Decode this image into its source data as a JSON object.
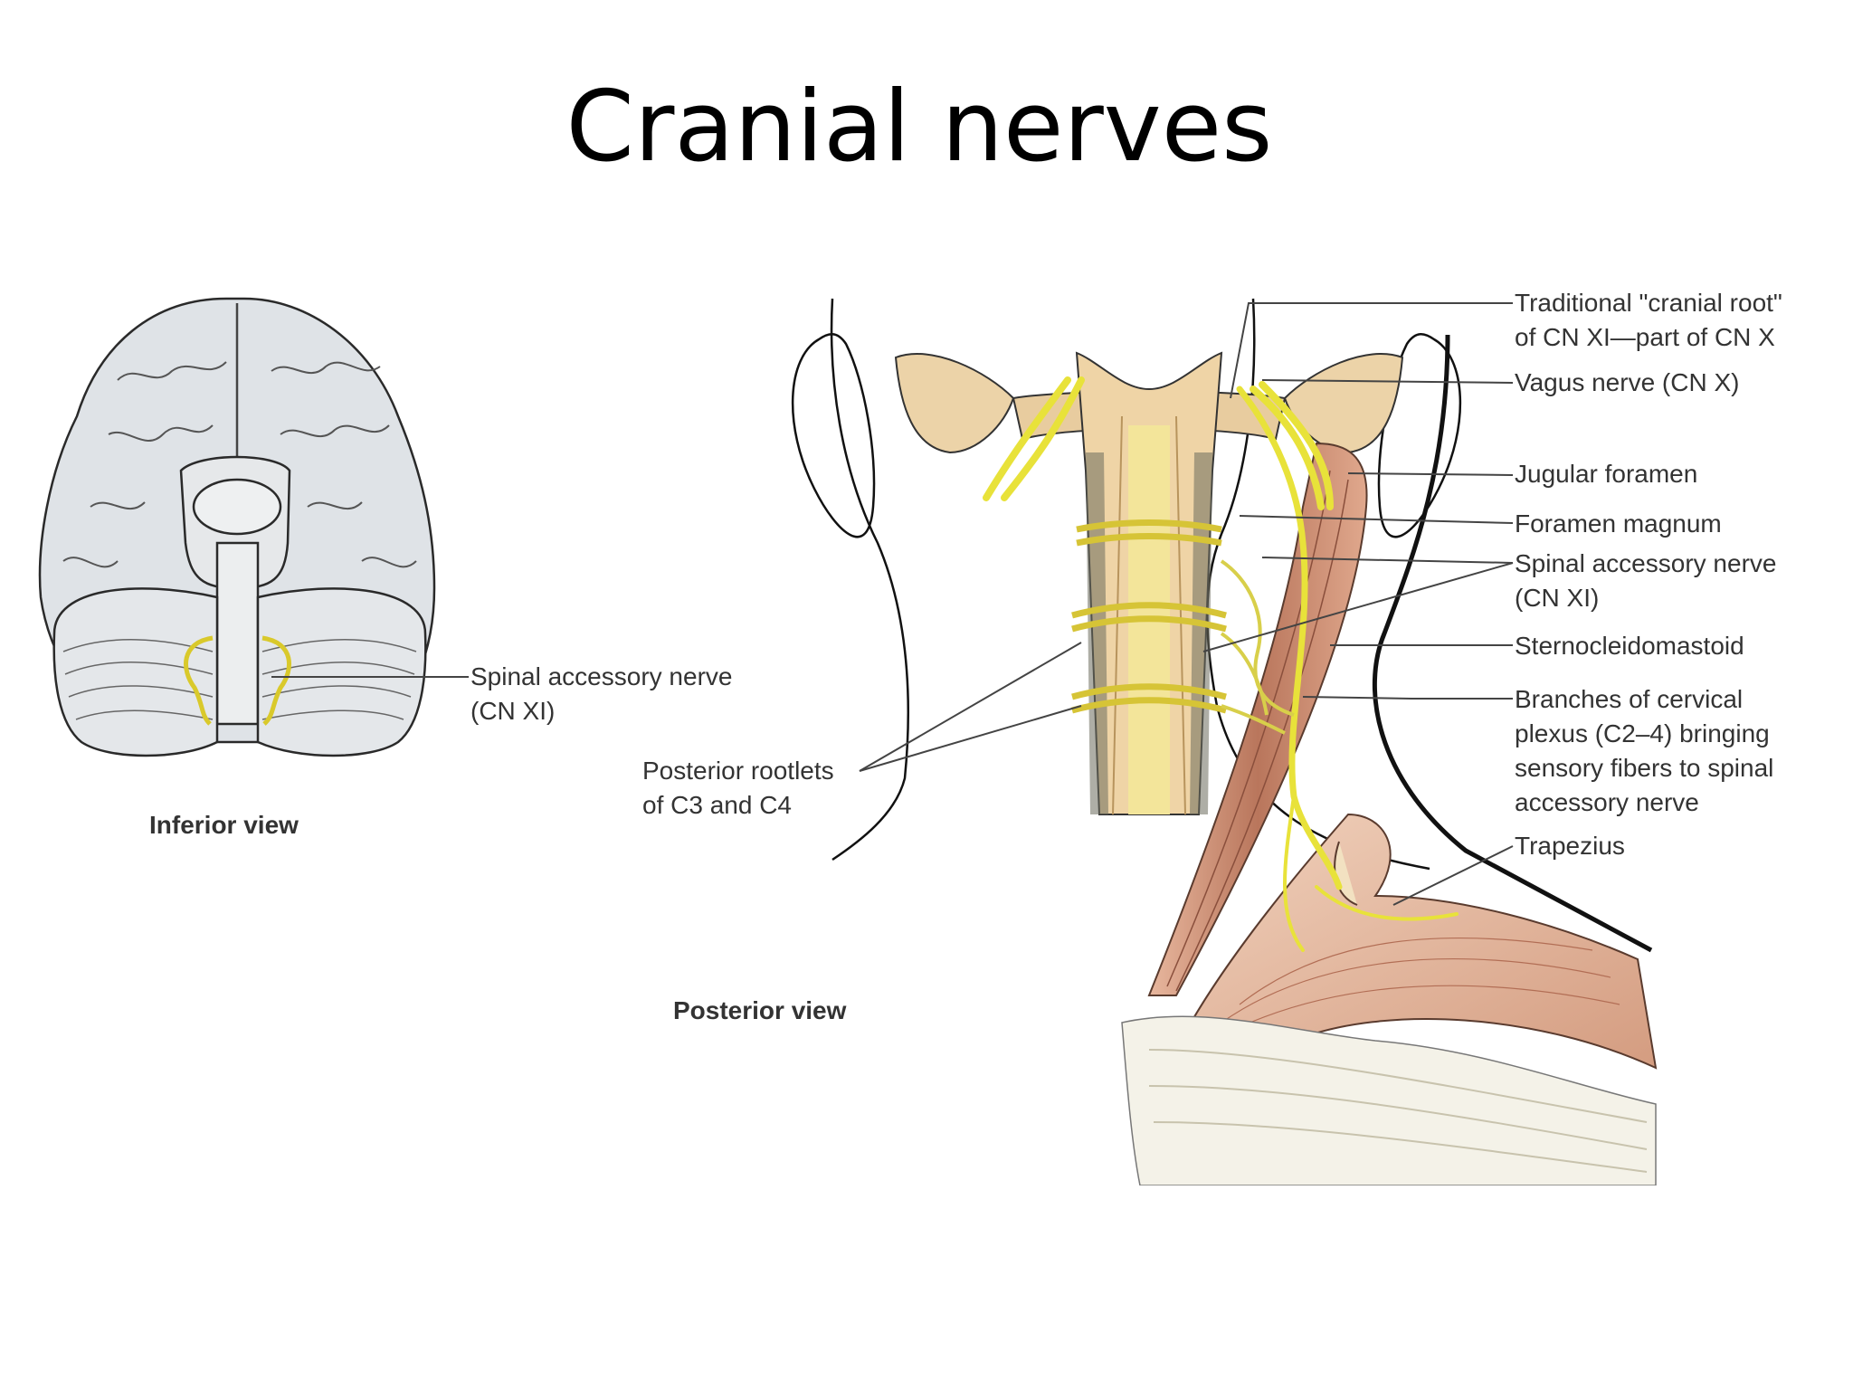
{
  "title": "Cranial nerves",
  "inferior_figure": {
    "view_label": "Inferior view",
    "label": {
      "line1": "Spinal accessory nerve",
      "line2": "(CN XI)"
    }
  },
  "posterior_figure": {
    "view_label": "Posterior view",
    "rootlets_label": {
      "line1": "Posterior rootlets",
      "line2": "of C3 and C4"
    },
    "labels": {
      "cranial_root": {
        "line1": "Traditional \"cranial root\"",
        "line2": "of CN XI—part of CN X"
      },
      "vagus": "Vagus nerve (CN X)",
      "jugular": "Jugular foramen",
      "magnum": "Foramen magnum",
      "spinal_accessory": {
        "line1": "Spinal accessory nerve",
        "line2": "(CN XI)"
      },
      "scm": "Sternocleidomastoid",
      "plexus": {
        "line1": "Branches of cervical",
        "line2": "plexus (C2–4) bringing",
        "line3": "sensory fibers to spinal",
        "line4": "accessory nerve"
      },
      "trapezius": "Trapezius"
    }
  },
  "colors": {
    "nerve": "#e8e23a",
    "muscle": "#c98a70",
    "bone": "#ecd3a8",
    "brain": "#d9dde1",
    "outline": "#2a2a2a"
  }
}
